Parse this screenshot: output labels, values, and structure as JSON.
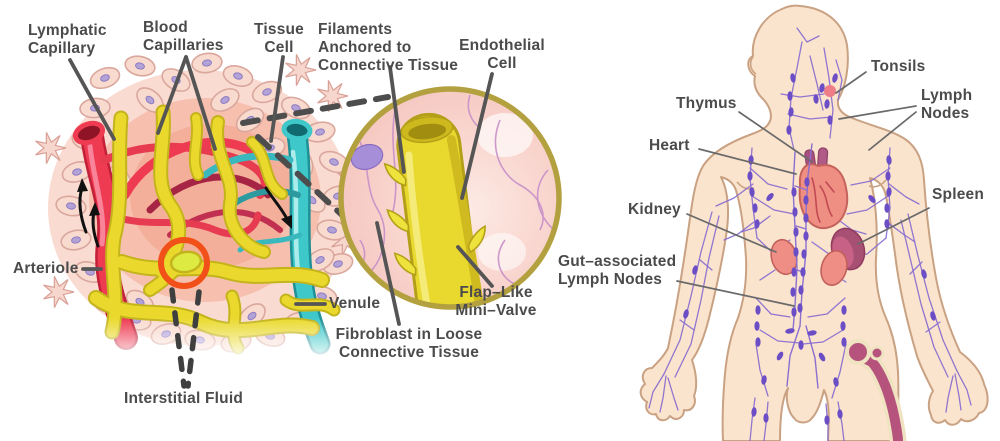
{
  "figure": {
    "left_panel": {
      "description": "Microscopic view of a capillary bed with lymphatic capillaries and magnified inset of a lymphatic capillary wall",
      "labels": {
        "lymphatic_capillary": "Lymphatic\nCapillary",
        "blood_capillaries": "Blood\nCapillaries",
        "tissue_cell": "Tissue\nCell",
        "filaments": "Filaments\nAnchored to\nConnective Tissue",
        "endothelial_cell": "Endothelial\nCell",
        "arteriole": "Arteriole",
        "venule": "Venule",
        "flap_valve": "Flap–Like\nMini–Valve",
        "fibroblast": "Fibroblast in Loose\nConnective Tissue",
        "interstitial_fluid": "Interstitial Fluid"
      }
    },
    "right_panel": {
      "description": "Human body diagram of the lymphatic system",
      "labels": {
        "tonsils": "Tonsils",
        "thymus": "Thymus",
        "heart": "Heart",
        "lymph_nodes": "Lymph\nNodes",
        "kidney": "Kidney",
        "spleen": "Spleen",
        "gut_lymph_nodes": "Gut–associated\nLymph Nodes"
      }
    },
    "colors": {
      "label_text": "#4b4b4b",
      "arteriole_red": "#ee3b52",
      "venule_teal": "#3ec8c9",
      "lymph_yellow": "#ead92c",
      "highlight_orange": "#f25019",
      "body_skin": "#fbe4cd",
      "lymph_vessel_purple": "#8a6fd0",
      "lymph_node_purple": "#6b4ec5",
      "inset_ring": "#b3a03e",
      "heart_pink": "#ef8e82",
      "spleen_maroon": "#b5537a",
      "tissue_cell_pink": "#f9dacf"
    }
  }
}
